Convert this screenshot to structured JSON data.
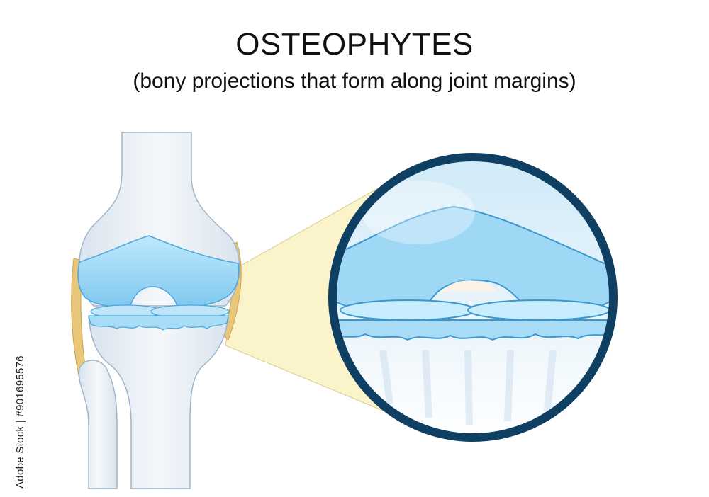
{
  "title": "OSTEOPHYTES",
  "subtitle": "(bony projections that form along joint margins)",
  "stock_id": "Adobe Stock | #901695576",
  "colors": {
    "bone": "#eaf0f6",
    "bone_outline": "#9fb6ca",
    "cartilage": "#9fd8f5",
    "cartilage_dark": "#4aa6dc",
    "ligament": "#e8c77a",
    "magnifier_ring": "#0f3f63",
    "zoom_cone": "#fbf3c8"
  }
}
